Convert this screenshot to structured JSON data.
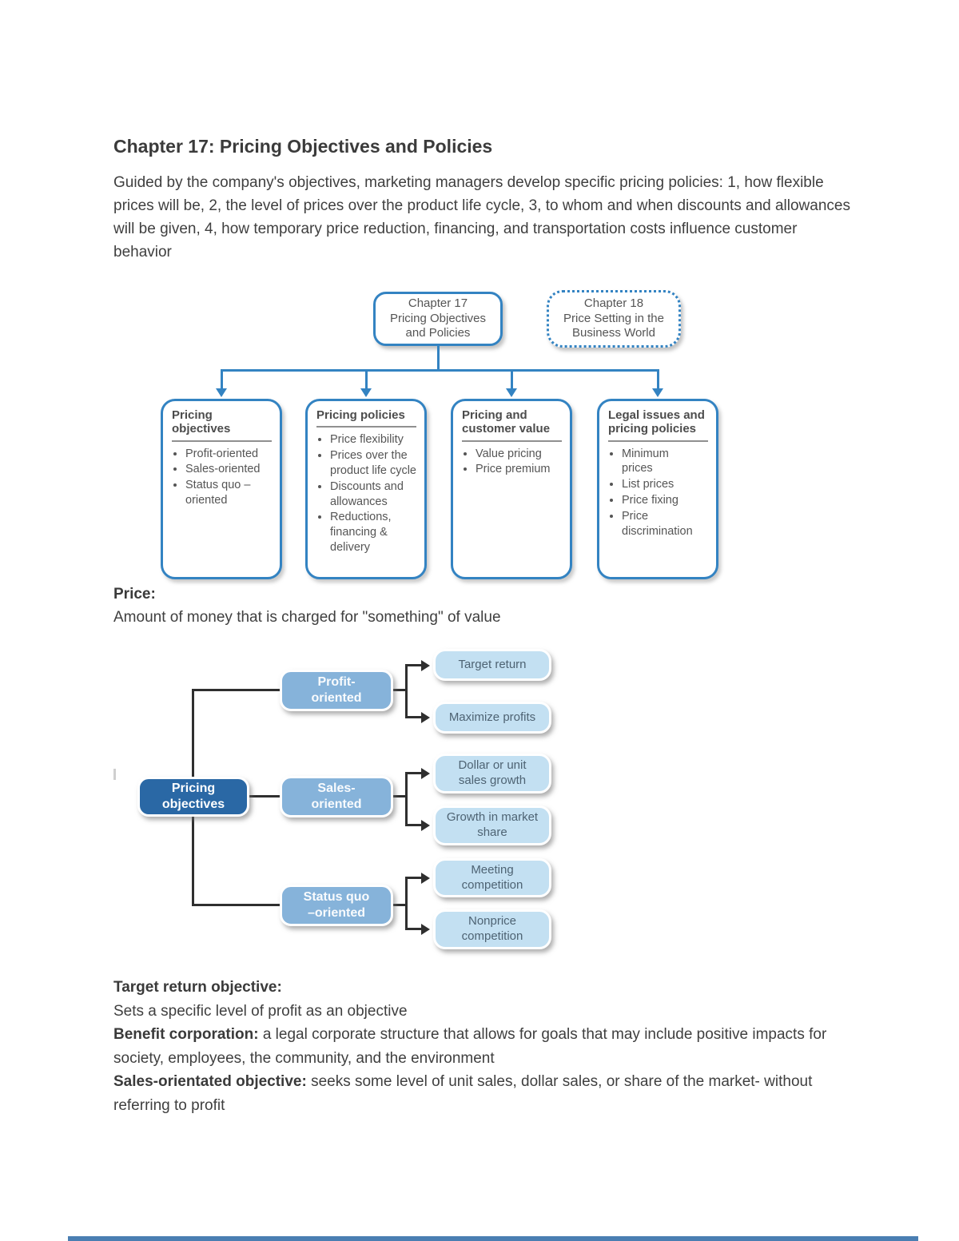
{
  "doc": {
    "title": "Chapter 17: Pricing Objectives and Policies",
    "intro": "Guided by the company's objectives, marketing managers develop specific pricing policies: 1, how flexible prices will be, 2, the level of prices over the product life cycle, 3, to whom and when discounts and allowances will be given, 4, how temporary price reduction, financing, and transportation costs influence customer behavior",
    "price_heading": "Price:",
    "price_definition": "Amount of money that is charged for \"something\" of value",
    "definitions": [
      {
        "term": "Target return objective:",
        "text": "Sets a specific level of profit as an objective"
      },
      {
        "term": "Benefit corporation:",
        "text": " a legal corporate structure that allows for goals that may include positive impacts for society, employees, the community, and the environment"
      },
      {
        "term": "Sales-orientated objective:",
        "text": " seeks some level of unit sales, dollar sales, or share of the market- without referring to profit"
      }
    ]
  },
  "chart_overview": {
    "chapter17_label": "Chapter 17\nPricing Objectives\nand Policies",
    "chapter18_label": "Chapter 18\nPrice Setting in the\nBusiness World",
    "boxes": [
      {
        "title": "Pricing objectives",
        "items": [
          "Profit-oriented",
          "Sales-oriented",
          "Status quo –oriented"
        ]
      },
      {
        "title": "Pricing policies",
        "items": [
          "Price flexibility",
          "Prices over the product life cycle",
          "Discounts and allowances",
          "Reductions, financing & delivery"
        ]
      },
      {
        "title": "Pricing and customer value",
        "items": [
          "Value pricing",
          "Price premium"
        ]
      },
      {
        "title": "Legal issues and pricing policies",
        "items": [
          "Minimum prices",
          "List prices",
          "Price fixing",
          "Price discrimination"
        ]
      }
    ]
  },
  "objectives_diagram": {
    "root": "Pricing\nobjectives",
    "branches": [
      {
        "label": "Profit-\noriented",
        "children": [
          "Target return",
          "Maximize profits"
        ]
      },
      {
        "label": "Sales-\noriented",
        "children": [
          "Dollar or unit\nsales growth",
          "Growth in market\nshare"
        ]
      },
      {
        "label": "Status quo\n–oriented",
        "children": [
          "Meeting\ncompetition",
          "Nonprice\ncompetition"
        ]
      }
    ]
  },
  "colors": {
    "diagram_blue": "#3383c2",
    "dark_node": "#2a68a5",
    "mid_node": "#86b3da",
    "light_node": "#c3e0f2",
    "connector_dark": "#2f2f2f"
  }
}
